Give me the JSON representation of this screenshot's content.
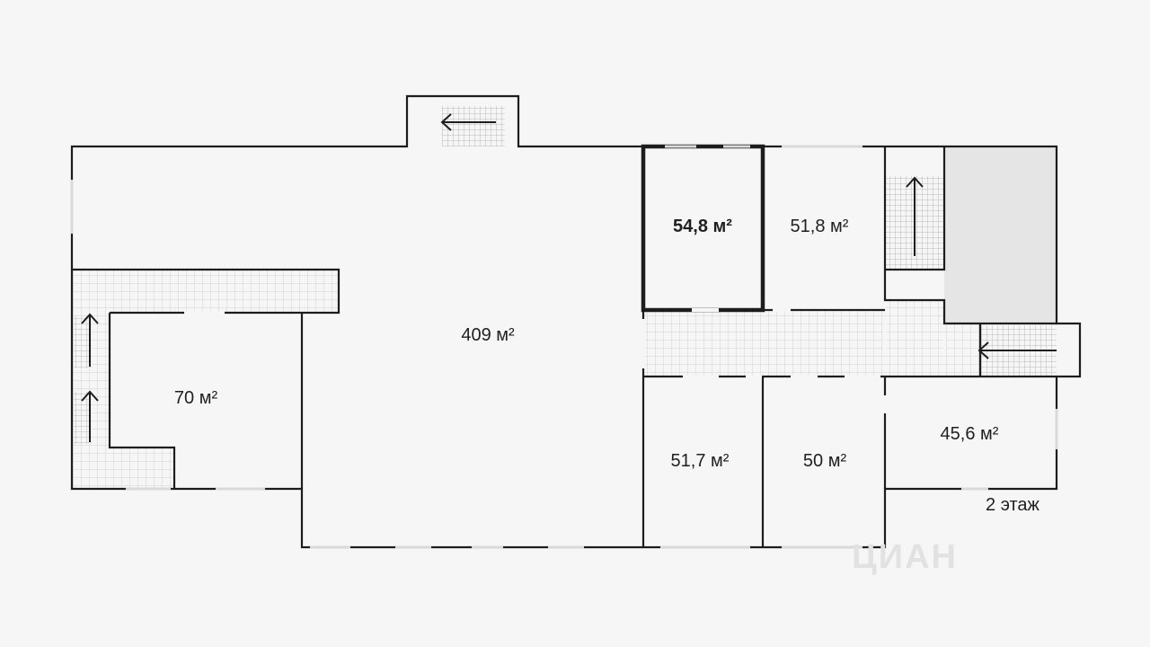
{
  "rooms": {
    "main_hall": "409 м²",
    "room_west": "70 м²",
    "room_selected": "54,8 м²",
    "room_north_east": "51,8 м²",
    "room_south_1": "51,7 м²",
    "room_south_2": "50 м²",
    "room_south_east": "45,6 м²"
  },
  "floor_label": "2 этаж",
  "watermark": "ЦИАН",
  "colors": {
    "background": "#f7f6f7",
    "wall": "#1d1d1d",
    "stair_block": "#e5e5e5"
  }
}
